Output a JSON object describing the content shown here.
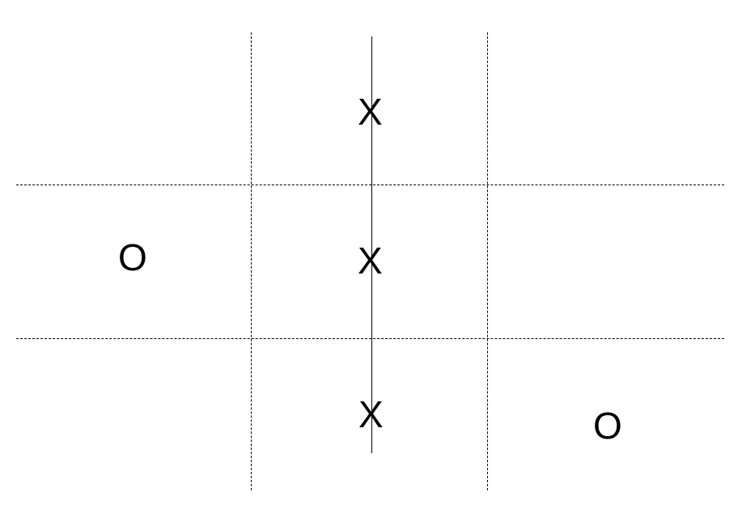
{
  "board": {
    "cells": [
      {
        "row": 0,
        "col": 0,
        "mark": ""
      },
      {
        "row": 0,
        "col": 1,
        "mark": "X"
      },
      {
        "row": 0,
        "col": 2,
        "mark": ""
      },
      {
        "row": 1,
        "col": 0,
        "mark": "O"
      },
      {
        "row": 1,
        "col": 1,
        "mark": "X"
      },
      {
        "row": 1,
        "col": 2,
        "mark": ""
      },
      {
        "row": 2,
        "col": 0,
        "mark": ""
      },
      {
        "row": 2,
        "col": 1,
        "mark": "X"
      },
      {
        "row": 2,
        "col": 2,
        "mark": "O"
      }
    ],
    "winning_line": {
      "type": "column",
      "index": 1,
      "player": "X"
    },
    "grid_color": "#000000"
  }
}
